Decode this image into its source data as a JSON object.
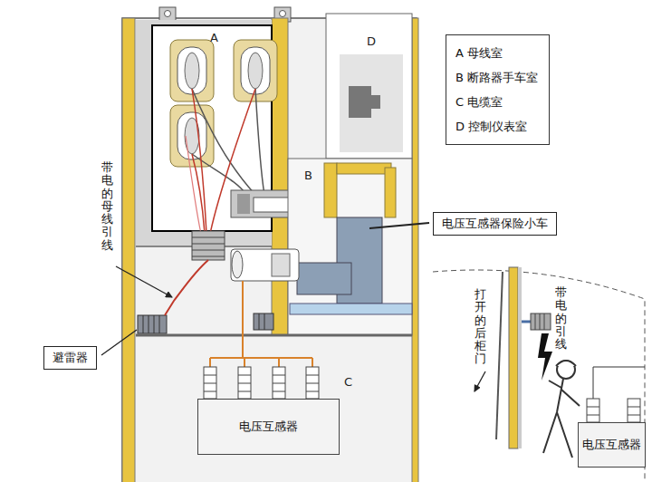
{
  "diagram": {
    "nodes": [
      {
        "text": [
          "电压互感器保险小车"
        ]
      },
      {
        "text": [
          "避雷器"
        ]
      },
      {
        "text": [
          "电压互感器"
        ]
      },
      {
        "text": [
          "电压互感器"
        ]
      }
    ],
    "labels": [
      "A",
      "B",
      "C",
      "D",
      "带电的母线引线",
      "打开的后柜门",
      "带电的引线"
    ],
    "legend": [
      {
        "text": "A 母线室"
      },
      {
        "text": "B 断路器手车室"
      },
      {
        "text": "C 电缆室"
      },
      {
        "text": "D 控制仪表室"
      }
    ]
  }
}
